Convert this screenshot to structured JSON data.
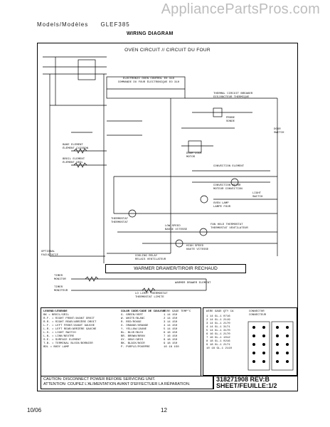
{
  "watermark": "AppliancePartsPros.com",
  "header": {
    "model_left": "Models/Modèles",
    "model_right": "GLEF385",
    "title": "WIRING DIAGRAM"
  },
  "diagram": {
    "section_title": "OVEN CIRCUIT // CIRCUIT DU FOUR",
    "warmer_title": "WARMER DRAWER/TIROIR RECHAUD",
    "labels": {
      "control": "ELECTRONIC OVEN CONTROL EO 310\nCOMMANDE DU FOUR ÉLECTRONIQUE EO 310",
      "thermal_breaker": "THERMAL CIRCUIT BREAKER\nDISJONCTEUR THERMIQUE",
      "probe": "PROBE\nSONDE",
      "bake_element": "BAKE ELEMENT\nÉLÉMENT CUISSON",
      "broil_element": "BROIL ELEMENT\nÉLÉMENT GRIL",
      "door_switch": "DOOR\nSWITCH",
      "door_lock": "DOOR LOCK\nMOTOR",
      "conv_element": "CONVECTION ELEMENT",
      "conv_motor": "CONVECTION MOTOR\nMOTEUR CONVECTION",
      "oven_lamp": "OVEN LAMP\nLAMPE FOUR",
      "light_switch": "LIGHT\nSWITCH",
      "thermostat": "THERMOSTAT\nTHERMOSTAT",
      "low_speed": "LOW SPEED\nBASSE VITESSE",
      "fan_thermostat": "FAN HOLD THERMOSTAT\nTHERMOSTAT VENTILATEUR",
      "high_speed": "HIGH SPEED\nHAUTE VITESSE",
      "cooling_relay": "COOLING RELAY\nRELAIS VENTILATEUR",
      "optional": "OPTIONAL\nFACULTATIF",
      "timer_monitor": "TIMER\nMONITOR",
      "timer_monitor2": "TIMER\nMONITEUR",
      "limiter": "LO LIMIT THERMOSTAT\nTHERMOSTAT LIMITE",
      "wd_element": "WARMER DRAWER ELEMENT"
    }
  },
  "legend": {
    "title": "LEGEND/LÉGENDE",
    "left": [
      "BK = BROIL/GRIL",
      "R.F. = RIGHT FRONT/AVANT DROIT",
      "R.R. = RIGHT REAR/ARRIÈRE DROIT",
      "L.F. = LEFT FRONT/AVANT GAUCHE",
      "L.R. = LEFT REAR/ARRIÈRE GAUCHE",
      "L.S. = LIGHT SWITCH",
      "L.N. = LINK/NEUTRE",
      "S.E. = SURFACE ELEMENT",
      "T.B. = TERMINAL BLOCK/BORNIER",
      "BDL = BODY LAMP"
    ],
    "colors_title": "COLOR CODE/CODE DE COULEUR",
    "colors": [
      "G. GREEN/VERT",
      "W. WHITE/BLANC",
      "R. RED/ROUGE",
      "O. ORANGE/ORANGE",
      "Y. YELLOW/JAUNE",
      "BL. BLUE/BLEU",
      "BR. BROWN/BRUN",
      "GY. GRAY/GRIS",
      "BK. BLACK/NOIR",
      "P. PURPLE/POURPRE"
    ]
  },
  "table": {
    "head": [
      "WIRE",
      "GAGE",
      "TEMP°C",
      "QTY",
      "CA"
    ],
    "rows": [
      [
        "1",
        "14",
        "150",
        "GL-1",
        "0716"
      ],
      [
        "2",
        "14",
        "150",
        "GL-1",
        "2119"
      ],
      [
        "3",
        "14",
        "150",
        "GL-1",
        "2170"
      ],
      [
        "4",
        "14",
        "150",
        "GL-1",
        "3171"
      ],
      [
        "5",
        "14",
        "150",
        "GL-1",
        "3170"
      ],
      [
        "6",
        "16",
        "150",
        "GL-1",
        "2170"
      ],
      [
        "7",
        "16",
        "150",
        "GL-1",
        "1012"
      ],
      [
        "8",
        "18",
        "150",
        "GL-1",
        "0216"
      ],
      [
        "9",
        "18",
        "150",
        "GL-1",
        "2171"
      ],
      [
        "10",
        "18",
        "150",
        "GL-1",
        "2110"
      ]
    ],
    "connector": "CONNECTOR\nCONNECTEUR"
  },
  "caution": {
    "line1": "CAUTION: DISCONNECT POWER BEFORE SERVICING UNIT.",
    "line2": "ATTENTION: COUPEZ L'ALIMENTATION AVANT D'EFFECTUER LA RÉPARATION."
  },
  "part": {
    "number": "318271908 REV:B",
    "sheet": "SHEET/FEUILLE:1/2"
  },
  "footer": {
    "date": "10/06",
    "page": "12"
  }
}
